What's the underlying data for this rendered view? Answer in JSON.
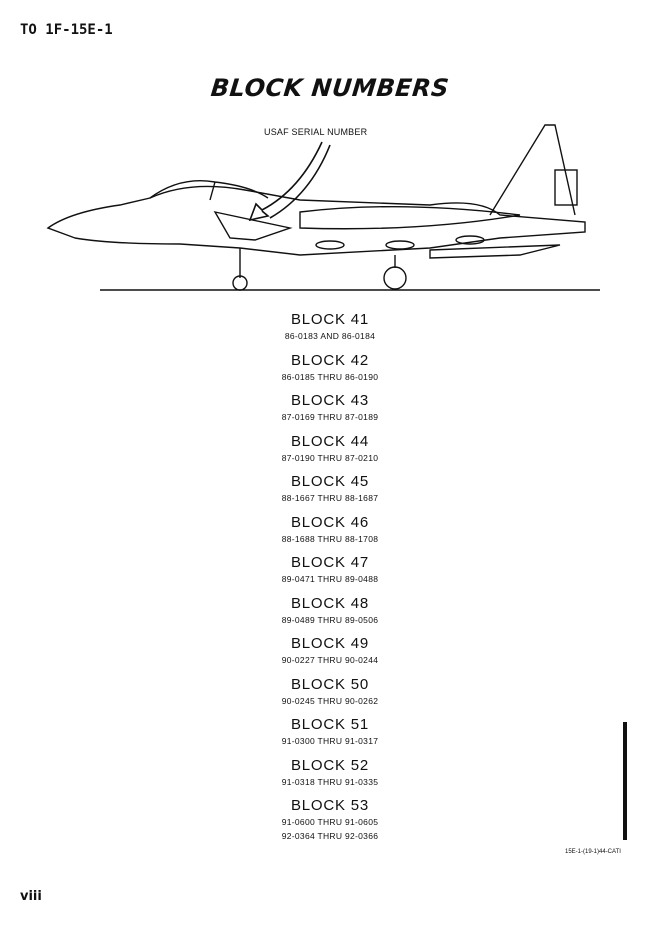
{
  "header": {
    "to_number": "TO  1F-15E-1"
  },
  "title": "BLOCK NUMBERS",
  "figure": {
    "callout": "USAF SERIAL NUMBER",
    "figure_id": "15E-1-(19-1)44-CATI"
  },
  "blocks": [
    {
      "label": "BLOCK 41",
      "serials": [
        "86-0183 AND 86-0184"
      ]
    },
    {
      "label": "BLOCK 42",
      "serials": [
        "86-0185 THRU 86-0190"
      ]
    },
    {
      "label": "BLOCK 43",
      "serials": [
        "87-0169 THRU 87-0189"
      ]
    },
    {
      "label": "BLOCK 44",
      "serials": [
        "87-0190 THRU 87-0210"
      ]
    },
    {
      "label": "BLOCK 45",
      "serials": [
        "88-1667 THRU 88-1687"
      ]
    },
    {
      "label": "BLOCK 46",
      "serials": [
        "88-1688 THRU 88-1708"
      ]
    },
    {
      "label": "BLOCK 47",
      "serials": [
        "89-0471 THRU 89-0488"
      ]
    },
    {
      "label": "BLOCK 48",
      "serials": [
        "89-0489 THRU 89-0506"
      ]
    },
    {
      "label": "BLOCK 49",
      "serials": [
        "90-0227 THRU 90-0244"
      ]
    },
    {
      "label": "BLOCK 50",
      "serials": [
        "90-0245 THRU 90-0262"
      ]
    },
    {
      "label": "BLOCK 51",
      "serials": [
        "91-0300 THRU 91-0317"
      ]
    },
    {
      "label": "BLOCK 52",
      "serials": [
        "91-0318 THRU 91-0335"
      ]
    },
    {
      "label": "BLOCK 53",
      "serials": [
        "91-0600 THRU 91-0605",
        "92-0364 THRU 92-0366"
      ]
    }
  ],
  "footer": {
    "page_number": "viii"
  }
}
